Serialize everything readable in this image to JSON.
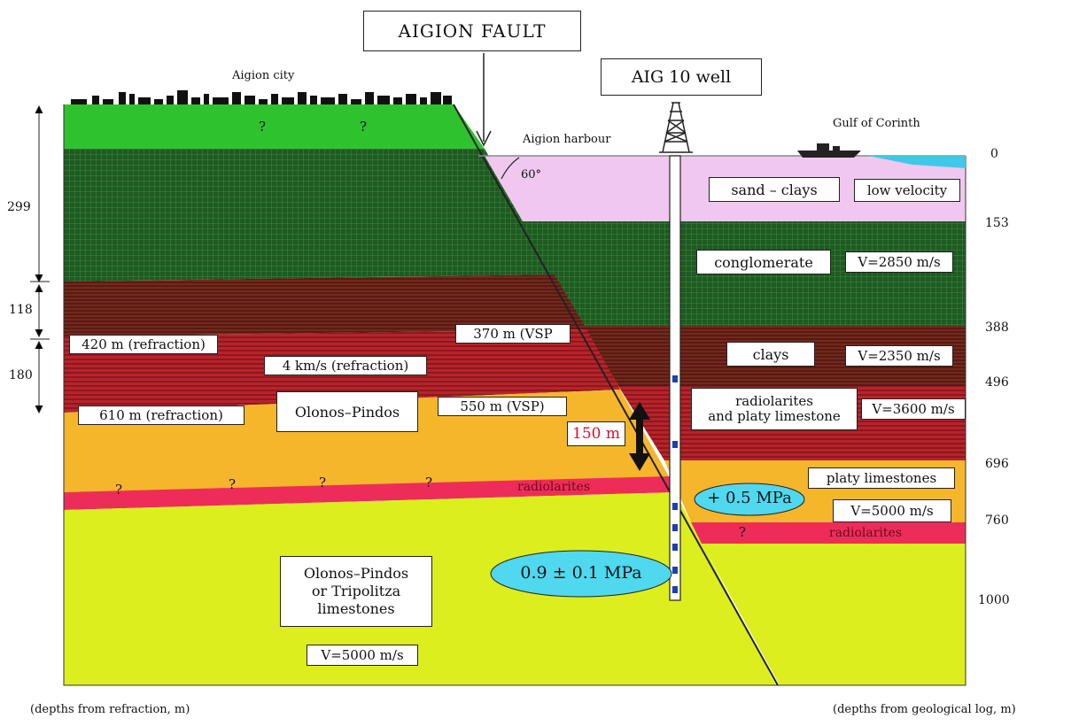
{
  "header": {
    "fault_label": "AIGION FAULT",
    "well_label": "AIG 10 well"
  },
  "places": {
    "city": "Aigion city",
    "harbour": "Aigion harbour",
    "gulf": "Gulf of Corinth",
    "fault_angle": "60°"
  },
  "left_depths": [
    "299",
    "118",
    "180"
  ],
  "right_depths": [
    "0",
    "153",
    "388",
    "496",
    "696",
    "760",
    "1000"
  ],
  "left_labels": {
    "refraction_420": "420 m  (refraction)",
    "refraction_4kms": "4 km/s (refraction)",
    "refraction_610": "610 m  (refraction)",
    "olonos_pindos": "Olonos–Pindos",
    "vsp_370": "370 m (VSP",
    "vsp_550": "550 m (VSP)",
    "offset": "150 m",
    "radiolarites": "radiolarites",
    "lower_unit_line1": "Olonos–Pindos",
    "lower_unit_line2": "or Tripolitza",
    "lower_unit_line3": "limestones",
    "lower_velocity": "V=5000 m/s",
    "question_marks": [
      "?",
      "?",
      "?",
      "?",
      "?",
      "?"
    ]
  },
  "right_labels": {
    "sand_clays": "sand – clays",
    "low_velocity": "low velocity",
    "conglomerate": "conglomerate",
    "v_conglomerate": "V=2850 m/s",
    "clays": "clays",
    "v_clays": "V=2350 m/s",
    "radiolarites_line1": "radiolarites",
    "radiolarites_line2": "and platy limestone",
    "v_radiolarites": "V=3600 m/s",
    "platy_limestones": "platy limestones",
    "v_platy": "V=5000 m/s",
    "radiolarites": "radiolarites",
    "question_mark": "?"
  },
  "pressures": {
    "upper": "+ 0.5 MPa",
    "lower": "0.9 ± 0.1 MPa"
  },
  "footer": {
    "left": "(depths from  refraction, m)",
    "right": "(depths from geological log, m)"
  },
  "colors": {
    "green_surface": "#2fc22f",
    "conglomerate": "#1e5a22",
    "clay_brown": "#5a1a12",
    "red_band": "#b8232a",
    "orange": "#f5b62c",
    "yellow_green": "#dcee1e",
    "pink_sand": "#f0c8ef",
    "radiolarite_pink": "#ee2c5a",
    "pressure_cyan": "#4fd8ee",
    "sea": "#40c8e8",
    "offset_red": "#d8102a"
  }
}
